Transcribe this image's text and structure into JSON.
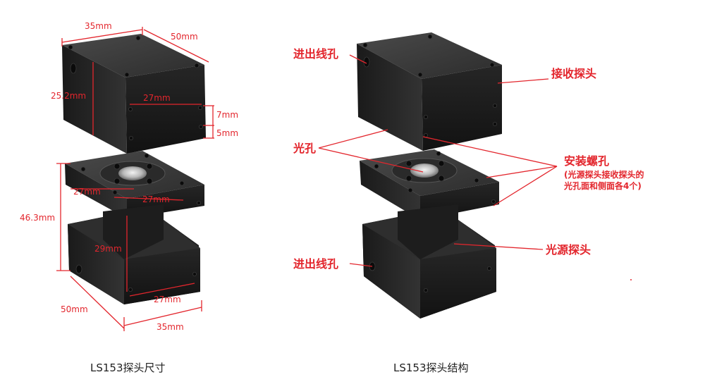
{
  "left_figure": {
    "caption": "LS153探头尺寸",
    "dimensions": {
      "top_width": "35mm",
      "top_depth": "50mm",
      "top_height": "25.2mm",
      "top_hole_spacing_h": "27mm",
      "top_hole_offset_a": "7mm",
      "top_hole_offset_b": "5mm",
      "plate_spacing_x": "27mm",
      "plate_spacing_y": "27mm",
      "total_height": "46.3mm",
      "stem_height": "29mm",
      "bottom_hole_spacing_h": "27mm",
      "bottom_depth": "50mm",
      "bottom_width": "35mm"
    }
  },
  "right_figure": {
    "caption": "LS153探头结构",
    "labels": {
      "cable_hole_top": "进出线孔",
      "receiver_probe": "接收探头",
      "optical_hole": "光孔",
      "mount_holes": "安装螺孔",
      "mount_note_1": "(光源探头接收探头的",
      "mount_note_2": "光孔面和侧面各4个)",
      "cable_hole_bottom": "进出线孔",
      "light_source_probe": "光源探头"
    }
  },
  "colors": {
    "annotation": "#e3262d",
    "body_top": "#3a3a3a",
    "body_front": "#1c1c1c",
    "body_side": "#2a2a2a"
  }
}
